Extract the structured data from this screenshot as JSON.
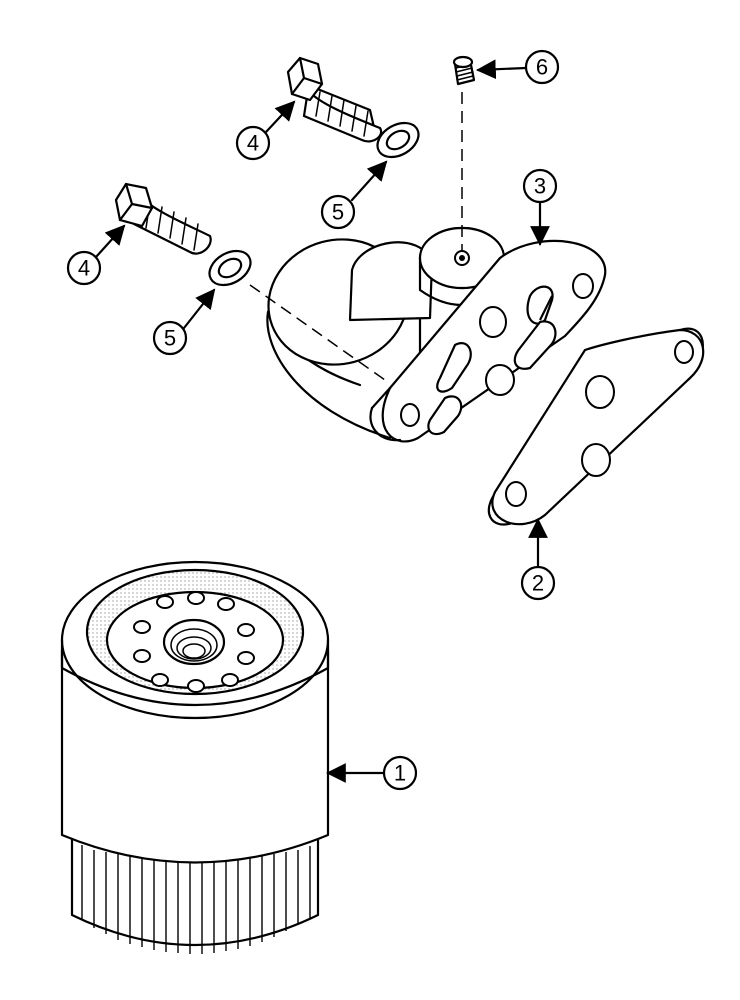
{
  "callouts": {
    "filter": "1",
    "gasket": "2",
    "adapter": "3",
    "bolt_upper": "4",
    "bolt_lower": "4",
    "washer_upper": "5",
    "washer_lower": "5",
    "plug": "6"
  }
}
